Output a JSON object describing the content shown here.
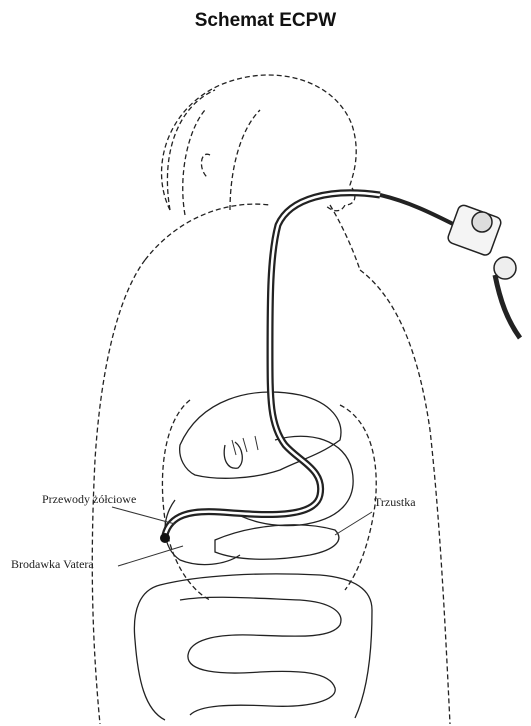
{
  "title": "Schemat ECPW",
  "labels": {
    "bile_ducts": "Przewody żółciowe",
    "pancreas": "Trzustka",
    "papilla": "Brodawka Vatera"
  }
}
